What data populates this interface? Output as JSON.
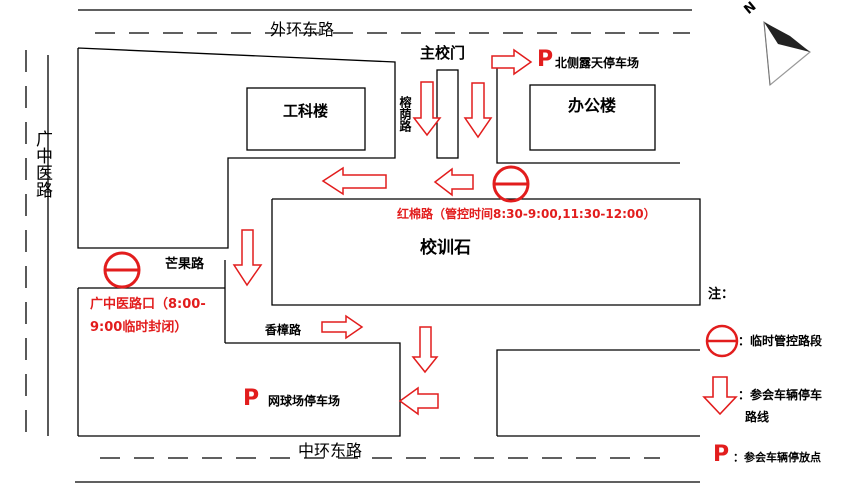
{
  "roads": {
    "outer_east": "外环东路",
    "middle_east": "中环东路",
    "guangzhong": "广中医路",
    "rongyin": "榕荫路",
    "hongmian": "红棉路（管控时间8:30-9:00,11:30-12:00）",
    "mangguo": "芒果路",
    "xiangzhang": "香樟路"
  },
  "places": {
    "main_gate": "主校门",
    "engineering": "工科楼",
    "office": "办公楼",
    "school_stone": "校训石"
  },
  "parking": {
    "symbol": "P",
    "north": "北侧露天停车场",
    "tennis": "网球场停车场"
  },
  "closure_note": [
    "广中医路口（8:00-",
    "9:00临时封闭）"
  ],
  "legend": {
    "title": "注：",
    "closure": "：临时管控路段",
    "route": [
      "：参会车辆停车",
      "路线"
    ],
    "parking": "：参会车辆停放点"
  },
  "compass": {
    "label": "N"
  },
  "colors": {
    "red": "#e21d1d",
    "line": "#000000",
    "gray": "#9a9a9a"
  }
}
